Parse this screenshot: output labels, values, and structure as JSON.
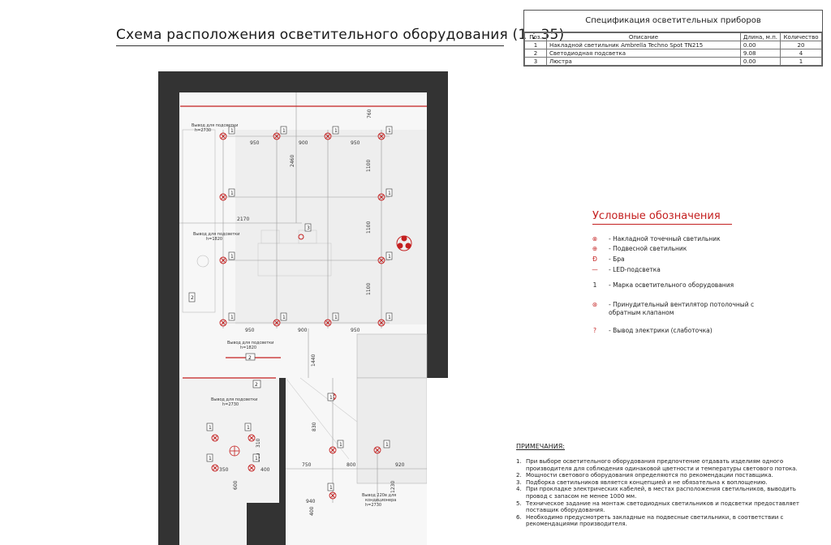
{
  "title": "Схема расположения осветительного оборудования (1 : 35)",
  "spec": {
    "title": "Спецификация осветительных приборов",
    "headers": [
      "Поз.",
      "Описание",
      "Длина, м.п.",
      "Количество"
    ],
    "rows": [
      [
        "1",
        "Накладной светильник Ambrella Techno Spot TN215",
        "0.00",
        "20"
      ],
      [
        "2",
        "Светодиодная подсветка",
        "9.08",
        "4"
      ],
      [
        "3",
        "Люстра",
        "0.00",
        "1"
      ]
    ]
  },
  "legend": {
    "title": "Условные обозначения",
    "items": [
      {
        "symbol": "⊗",
        "text": "- Накладной точечный светильник"
      },
      {
        "symbol": "⊕",
        "text": "- Подвесной светильник"
      },
      {
        "symbol": "Ð",
        "text": "- Бра"
      },
      {
        "symbol": "—",
        "text": "- LED-подсветка"
      },
      {
        "symbol": "1",
        "text": "- Марка осветительного оборудования"
      },
      {
        "symbol": "⊛",
        "text": "- Принудительный вентилятор потолочный с обратным клапаном"
      },
      {
        "symbol": "?",
        "text": "- Вывод электрики (слаботочка)"
      }
    ]
  },
  "plan": {
    "dims_top": [
      "950",
      "900",
      "950"
    ],
    "dims_bottom": [
      "950",
      "900",
      "950"
    ],
    "dims_right": [
      "1100",
      "1100",
      "1100"
    ],
    "dim_760": "760",
    "dim_2460": "2460",
    "dim_2170": "2170",
    "dim_1440": "1440",
    "dim_830": "830",
    "dims_lower": [
      "750",
      "800",
      "920"
    ],
    "dim_1230": "1230",
    "dim_940": "940",
    "dim_400": "400",
    "dims_bath": [
      "350",
      "400"
    ],
    "dims_bath_v": [
      "310",
      "310"
    ],
    "dim_600": "600",
    "mark_1": "1",
    "mark_2": "2",
    "mark_3": "3",
    "outlet_1": "Вывод для подсветки",
    "outlet_1_h": "h=2730",
    "outlet_2": "Вывод для подсветки",
    "outlet_2_h": "h=1820",
    "outlet_3": "Вывод для подсветки",
    "outlet_3_h": "h=1820",
    "outlet_4": "Вывод для подсветки",
    "outlet_4_h": "h=2730",
    "outlet_5": "Вывод 220в для",
    "outlet_5b": "кондиционера",
    "outlet_5_h": "h=2730"
  },
  "notes": {
    "title": "ПРИМЕЧАНИЯ:",
    "items": [
      "При выборе осветительного оборудования предпочтение отдавать изделиям одного производителя для соблюдения одинаковой цветности и температуры светового потока.",
      "Мощности светового оборудования определяются по рекомендации поставщика.",
      "Подборка светильников является концепцией и не обязательна к воплощению.",
      "При прокладке электрических кабелей, в местах расположения светильников, выводить провод с запасом не менее 1000 мм.",
      "Техническое задание на монтаж светодиодных светильников и подсветки предоставляет поставщик оборудования.",
      "Необходимо предусмотреть закладные на подвесные светильники, в соответствии с рекомендациями производителя."
    ]
  },
  "colors": {
    "red": "#c42020",
    "wall": "#333333",
    "grid": "#999999",
    "floor": "#eeeeee"
  }
}
